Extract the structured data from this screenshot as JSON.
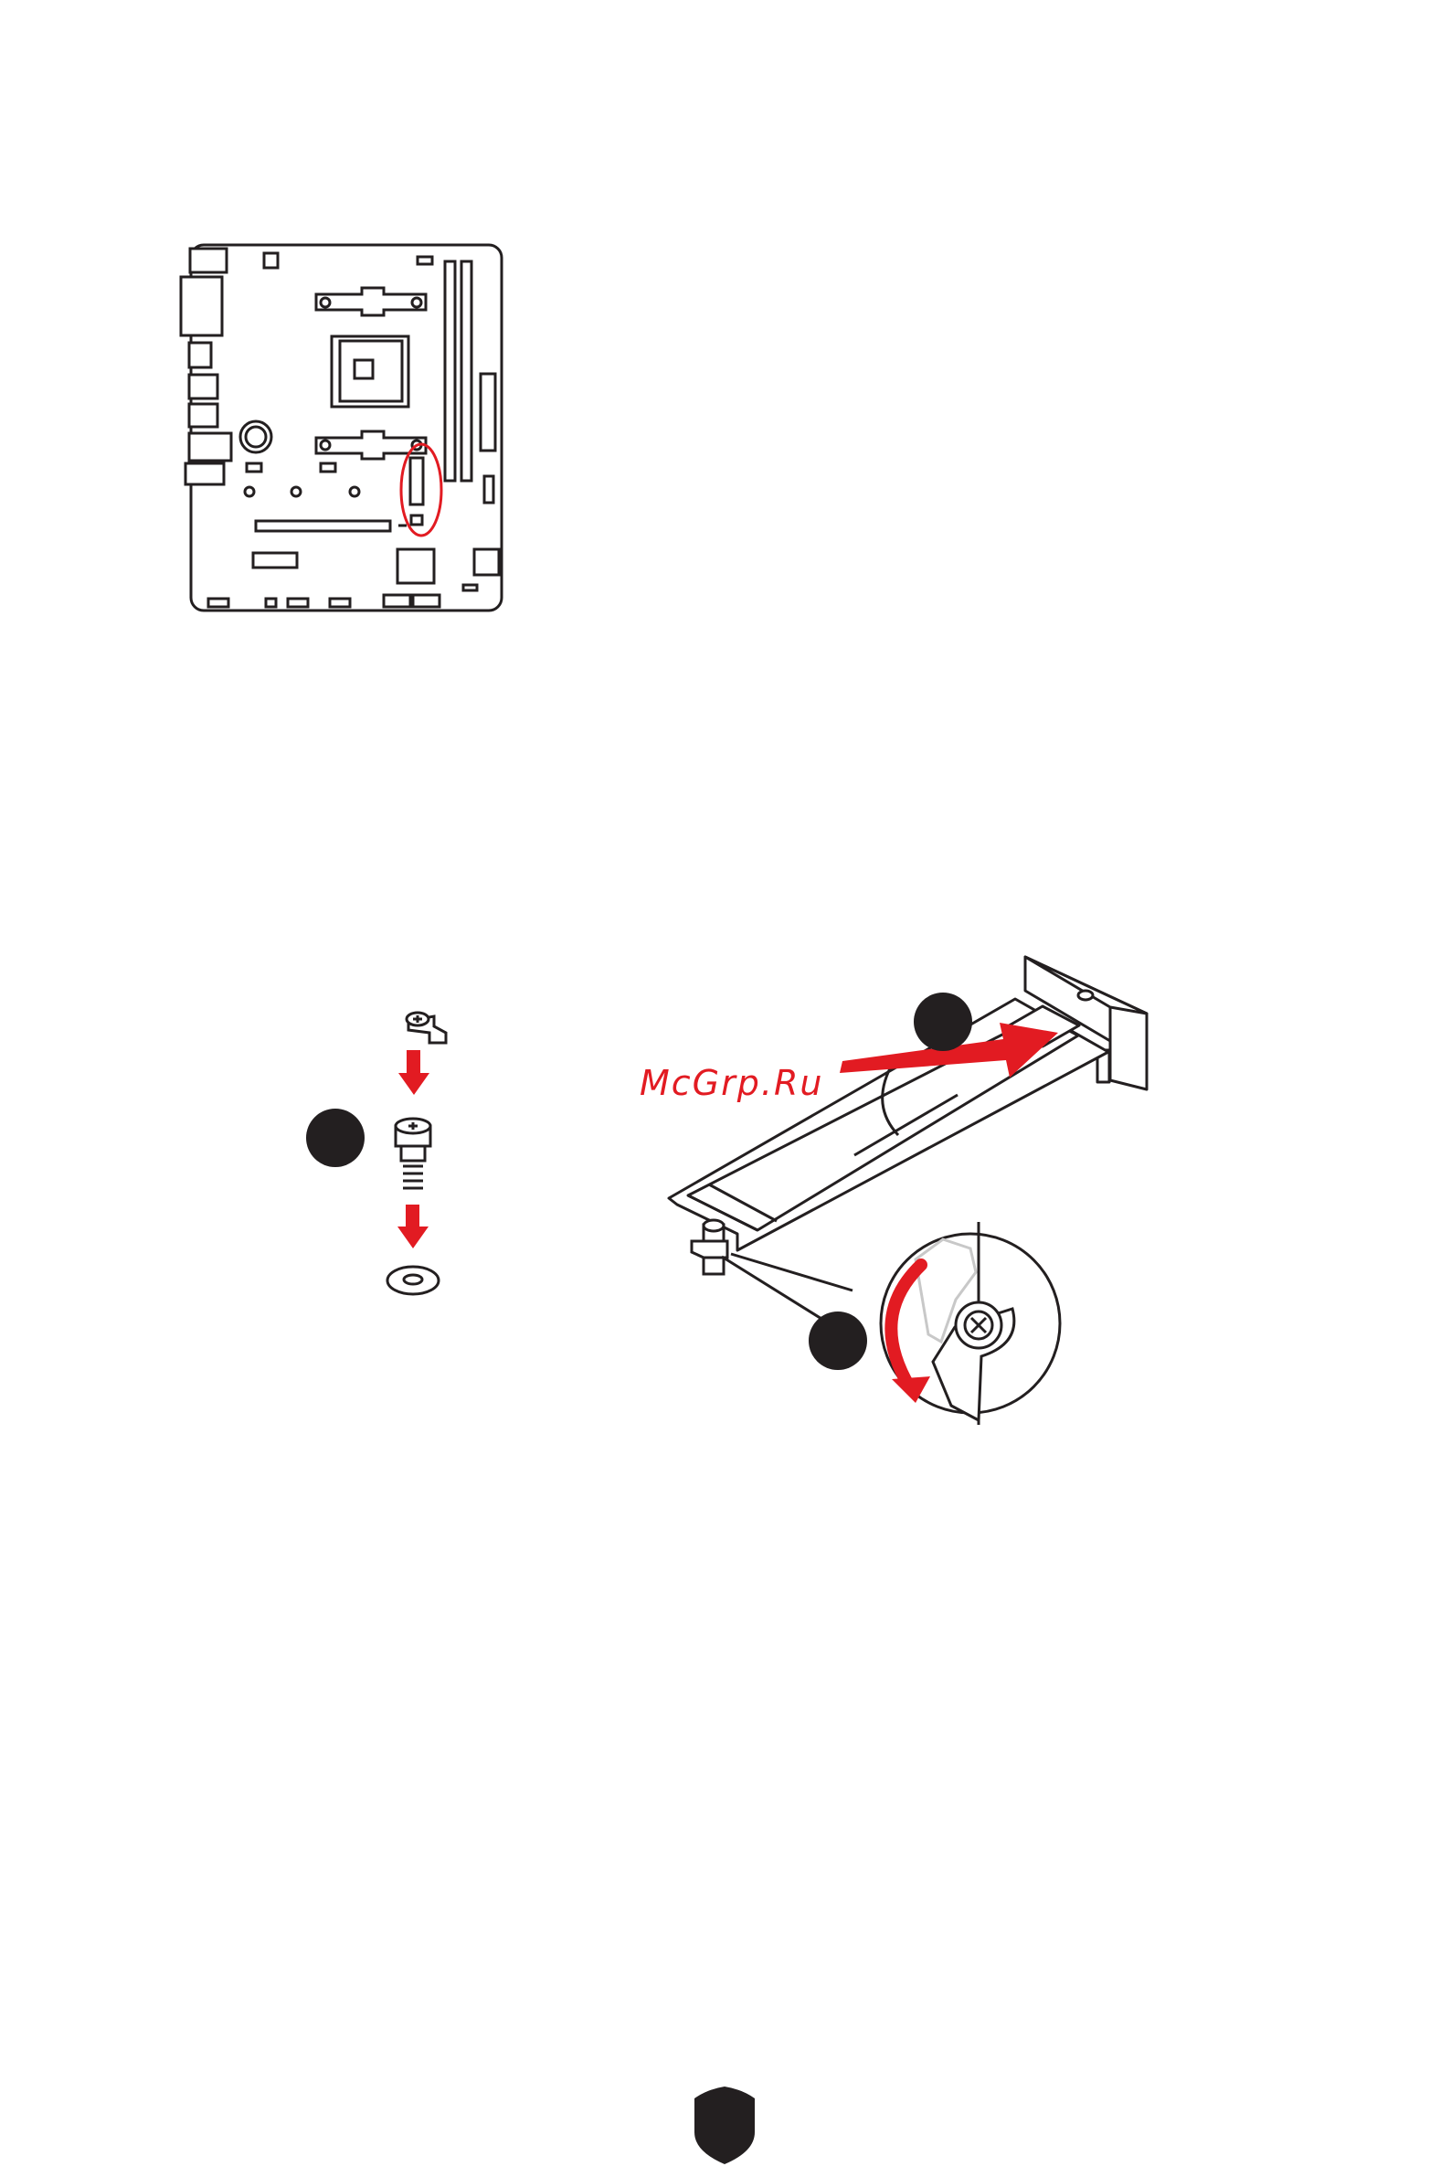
{
  "page": {
    "watermark": "McGrp.Ru"
  },
  "colors": {
    "ink": "#231f20",
    "accent": "#e21b22",
    "paper": "#ffffff",
    "ghost": "#c8c8c8"
  },
  "figures": {
    "board_layout": {
      "highlight": "m2-slot-callout"
    },
    "standoff_steps": {
      "step_badge": "step-1-badge",
      "parts": [
        "screw-icon",
        "standoff-icon",
        "washer-icon"
      ]
    },
    "m2_install": {
      "step_badges": [
        "step-2-badge",
        "step-3-badge"
      ],
      "parts": [
        "m2-ssd-card",
        "m2-slot-connector",
        "retainer-latch"
      ]
    }
  },
  "footer": {
    "logo": "brand-shield-icon"
  }
}
